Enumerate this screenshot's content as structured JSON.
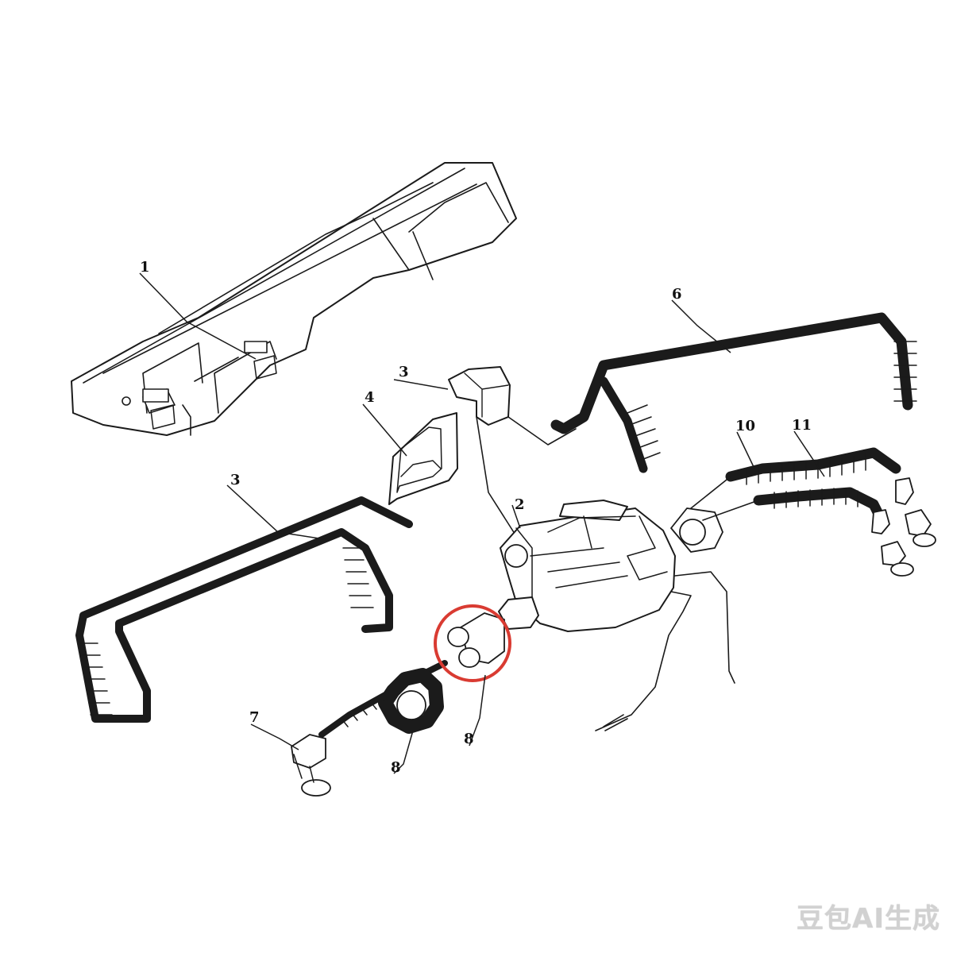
{
  "diagram": {
    "labels": {
      "dashboard": "1",
      "heater": "2",
      "elbow_duct": "3",
      "duct_left": "3",
      "vent_nozzle": "4",
      "hose_top": "6",
      "outlet_vent": "7",
      "flex_hose": "8",
      "splitter": "8",
      "hose_10": "10",
      "hose_11": "11"
    },
    "highlight_color": "#d93b32"
  },
  "watermark": {
    "text": "豆包AI生成"
  }
}
